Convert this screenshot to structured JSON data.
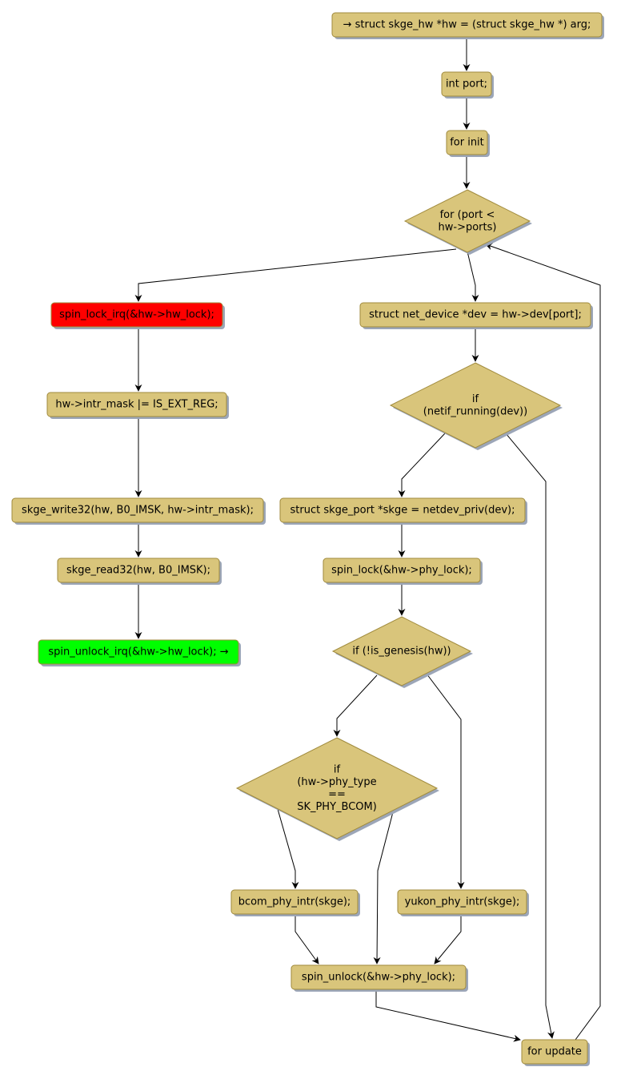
{
  "colors": {
    "node_fill": "#D9C57B",
    "node_stroke": "#A08A3C",
    "shadow": "#9CA6B8",
    "start_fill": "#FF0000",
    "end_fill": "#00FF00",
    "edge": "#000000"
  },
  "nodes": {
    "n_entry": "→ struct skge_hw *hw = (struct skge_hw *) arg;",
    "n_int_port": "int port;",
    "n_for_init": "for init",
    "n_for_cond": [
      "for (port <",
      "hw->ports)"
    ],
    "n_spin_lock_irq": "spin_lock_irq(&hw->hw_lock);",
    "n_intr_mask": "hw->intr_mask |= IS_EXT_REG;",
    "n_write32": "skge_write32(hw, B0_IMSK, hw->intr_mask);",
    "n_read32": "skge_read32(hw, B0_IMSK);",
    "n_unlock_irq": "spin_unlock_irq(&hw->hw_lock); →",
    "n_dev": "struct net_device *dev = hw->dev[port];",
    "n_if_running": [
      "if",
      "(netif_running(dev))"
    ],
    "n_skge": "struct skge_port *skge = netdev_priv(dev);",
    "n_spin_lock": "spin_lock(&hw->phy_lock);",
    "n_if_genesis": [
      "if (!is_genesis(hw))"
    ],
    "n_if_phy": [
      "if",
      "(hw->phy_type",
      "==",
      "SK_PHY_BCOM)"
    ],
    "n_bcom": "bcom_phy_intr(skge);",
    "n_yukon": "yukon_phy_intr(skge);",
    "n_spin_unlock": "spin_unlock(&hw->phy_lock);",
    "n_for_update": "for update"
  }
}
